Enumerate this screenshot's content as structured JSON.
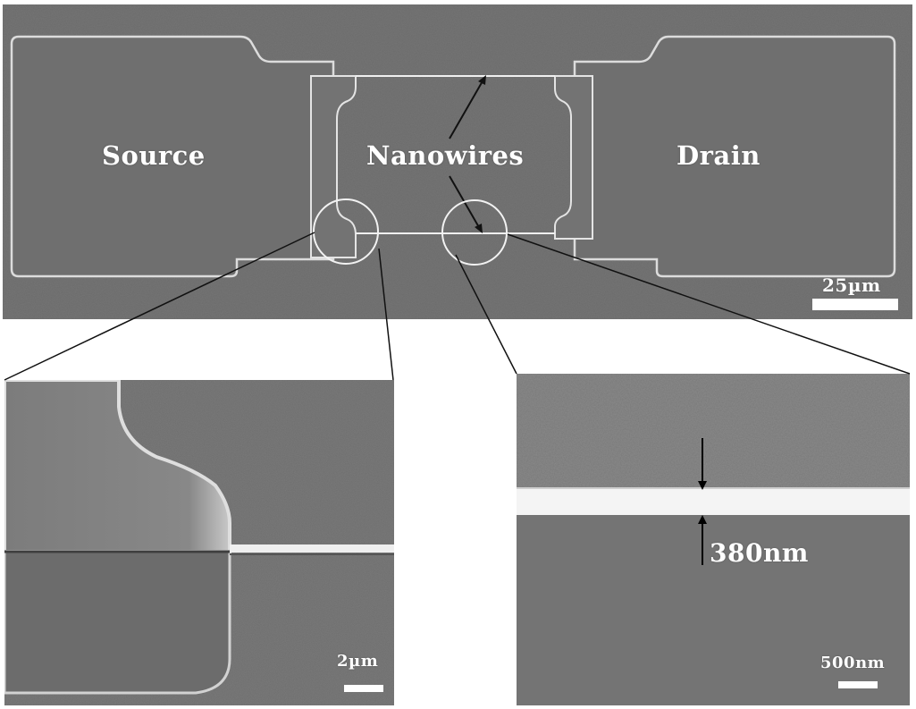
{
  "top_view": {
    "labels": {
      "source": "Source",
      "nanowires": "Nanowires",
      "drain": "Drain"
    },
    "scale_bar": "25µm"
  },
  "inset_left": {
    "scale_bar": "2µm"
  },
  "inset_right": {
    "scale_bar": "500nm",
    "width_annotation": "380nm"
  },
  "colors": {
    "substrate": "#6b6b6b",
    "pad_edge": "#d8d8d8",
    "nanowire": "#f2f2f2",
    "annotation": "#ffffff",
    "connector": "#111111"
  }
}
